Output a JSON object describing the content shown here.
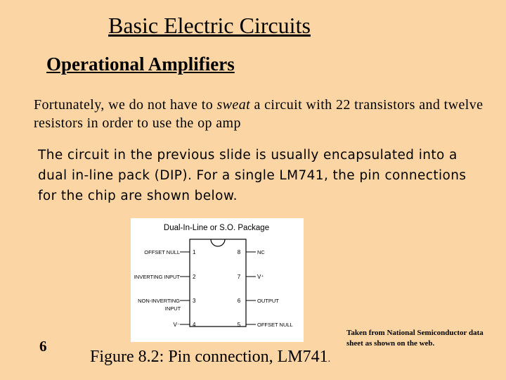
{
  "slide": {
    "title": "Basic Electric Circuits",
    "subtitle": "Operational Amplifiers",
    "paragraph1": {
      "before": "Fortunately, we do not have to ",
      "emphasis": "sweat",
      "after": " a circuit with 22 transistors and twelve resistors in order to use the op amp"
    },
    "paragraph2": "The circuit in the previous slide is usually encapsulated into a dual in-line pack (DIP).  For a single LM741, the pin connections for the chip are shown below.",
    "slide_number": "6",
    "caption": "Figure 8.2: Pin connection, LM741",
    "caption_period": ".",
    "source": "Taken from National Semiconductor data sheet as shown on the web."
  },
  "pinout": {
    "heading": "Dual-In-Line or S.O. Package",
    "left_pins": [
      {
        "label": "OFFSET NULL",
        "number": "1"
      },
      {
        "label": "INVERTING INPUT",
        "number": "2"
      },
      {
        "label": "NON-INVERTING",
        "label2": "INPUT",
        "number": "3"
      },
      {
        "label": "V⁻",
        "number": "4"
      }
    ],
    "right_pins": [
      {
        "number": "8",
        "label": "NC"
      },
      {
        "number": "7",
        "label": "V⁺"
      },
      {
        "number": "6",
        "label": "OUTPUT"
      },
      {
        "number": "5",
        "label": "OFFSET NULL"
      }
    ],
    "colors": {
      "line": "#000000",
      "text": "#000000"
    }
  }
}
